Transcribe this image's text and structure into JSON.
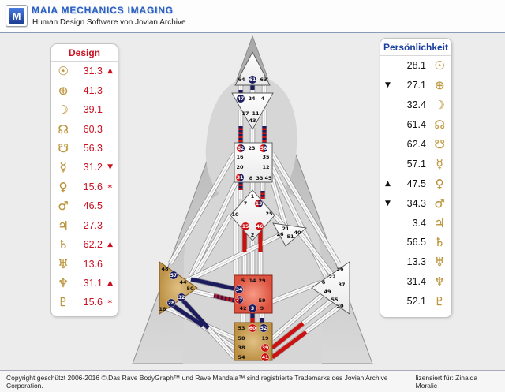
{
  "header": {
    "title": "MAIA MECHANICS IMAGING",
    "subtitle": "Human Design Software von Jovian Archive",
    "logo_letter": "M"
  },
  "design_panel": {
    "title": "Design",
    "rows": [
      {
        "planet": "sun",
        "glyph": "☉",
        "value": "31.3",
        "marker": "▲"
      },
      {
        "planet": "earth",
        "glyph": "⊕",
        "value": "41.3",
        "marker": ""
      },
      {
        "planet": "moon",
        "glyph": "☽",
        "value": "39.1",
        "marker": ""
      },
      {
        "planet": "north-node",
        "glyph": "☊",
        "value": "60.3",
        "marker": ""
      },
      {
        "planet": "south-node",
        "glyph": "☋",
        "value": "56.3",
        "marker": ""
      },
      {
        "planet": "mercury",
        "glyph": "☿",
        "value": "31.2",
        "marker": "▼"
      },
      {
        "planet": "venus",
        "glyph": "♀",
        "value": "15.6",
        "marker": "∗"
      },
      {
        "planet": "mars",
        "glyph": "♂",
        "value": "46.5",
        "marker": ""
      },
      {
        "planet": "jupiter",
        "glyph": "♃",
        "value": "27.3",
        "marker": ""
      },
      {
        "planet": "saturn",
        "glyph": "♄",
        "value": "62.2",
        "marker": "▲"
      },
      {
        "planet": "uranus",
        "glyph": "♅",
        "value": "13.6",
        "marker": ""
      },
      {
        "planet": "neptune",
        "glyph": "♆",
        "value": "31.1",
        "marker": "▲"
      },
      {
        "planet": "pluto",
        "glyph": "♇",
        "value": "15.6",
        "marker": "∗"
      }
    ]
  },
  "personality_panel": {
    "title": "Persönlichkeit",
    "rows": [
      {
        "planet": "sun",
        "glyph": "☉",
        "value": "28.1",
        "marker": ""
      },
      {
        "planet": "earth",
        "glyph": "⊕",
        "value": "27.1",
        "marker": "▼"
      },
      {
        "planet": "moon",
        "glyph": "☽",
        "value": "32.4",
        "marker": ""
      },
      {
        "planet": "north-node",
        "glyph": "☊",
        "value": "61.4",
        "marker": ""
      },
      {
        "planet": "south-node",
        "glyph": "☋",
        "value": "62.4",
        "marker": ""
      },
      {
        "planet": "mercury",
        "glyph": "☿",
        "value": "57.1",
        "marker": ""
      },
      {
        "planet": "venus",
        "glyph": "♀",
        "value": "47.5",
        "marker": "▲"
      },
      {
        "planet": "mars",
        "glyph": "♂",
        "value": "34.3",
        "marker": "▼"
      },
      {
        "planet": "jupiter",
        "glyph": "♃",
        "value": "3.4",
        "marker": ""
      },
      {
        "planet": "saturn",
        "glyph": "♄",
        "value": "56.5",
        "marker": ""
      },
      {
        "planet": "uranus",
        "glyph": "♅",
        "value": "13.3",
        "marker": ""
      },
      {
        "planet": "neptune",
        "glyph": "♆",
        "value": "31.4",
        "marker": ""
      },
      {
        "planet": "pluto",
        "glyph": "♇",
        "value": "52.1",
        "marker": ""
      }
    ]
  },
  "footer": {
    "copyright": "Copyright geschützt 2006-2016 ©.Das Rave BodyGraph™ und Rave Mandala™ sind registrierte Trademarks des Jovian Archive Corporation.",
    "license": "lizensiert für: Zinaida Moralic"
  },
  "colors": {
    "design": "#cc1111",
    "personality": "#1b1b5e",
    "design_text": "#cc1122",
    "title_blue": "#2a5fc0",
    "glyph_gold": "#b8923d"
  },
  "bodygraph": {
    "gates": [
      {
        "gate": "64",
        "state": "none"
      },
      {
        "gate": "61",
        "state": "personality"
      },
      {
        "gate": "63",
        "state": "none"
      },
      {
        "gate": "47",
        "state": "personality"
      },
      {
        "gate": "24",
        "state": "none"
      },
      {
        "gate": "4",
        "state": "none"
      },
      {
        "gate": "17",
        "state": "none"
      },
      {
        "gate": "11",
        "state": "none"
      },
      {
        "gate": "43",
        "state": "none"
      },
      {
        "gate": "62",
        "state": "both"
      },
      {
        "gate": "23",
        "state": "none"
      },
      {
        "gate": "56",
        "state": "both"
      },
      {
        "gate": "16",
        "state": "none"
      },
      {
        "gate": "35",
        "state": "none"
      },
      {
        "gate": "20",
        "state": "none"
      },
      {
        "gate": "12",
        "state": "none"
      },
      {
        "gate": "31",
        "state": "both"
      },
      {
        "gate": "8",
        "state": "none"
      },
      {
        "gate": "33",
        "state": "none"
      },
      {
        "gate": "45",
        "state": "none"
      },
      {
        "gate": "1",
        "state": "none"
      },
      {
        "gate": "7",
        "state": "none"
      },
      {
        "gate": "13",
        "state": "both"
      },
      {
        "gate": "10",
        "state": "none"
      },
      {
        "gate": "25",
        "state": "none"
      },
      {
        "gate": "15",
        "state": "design"
      },
      {
        "gate": "46",
        "state": "design"
      },
      {
        "gate": "2",
        "state": "none"
      },
      {
        "gate": "21",
        "state": "none"
      },
      {
        "gate": "26",
        "state": "none"
      },
      {
        "gate": "51",
        "state": "none"
      },
      {
        "gate": "40",
        "state": "none"
      },
      {
        "gate": "5",
        "state": "none"
      },
      {
        "gate": "14",
        "state": "none"
      },
      {
        "gate": "29",
        "state": "none"
      },
      {
        "gate": "34",
        "state": "personality"
      },
      {
        "gate": "27",
        "state": "both"
      },
      {
        "gate": "59",
        "state": "none"
      },
      {
        "gate": "42",
        "state": "none"
      },
      {
        "gate": "3",
        "state": "personality"
      },
      {
        "gate": "9",
        "state": "none"
      },
      {
        "gate": "48",
        "state": "none"
      },
      {
        "gate": "57",
        "state": "personality"
      },
      {
        "gate": "44",
        "state": "none"
      },
      {
        "gate": "50",
        "state": "none"
      },
      {
        "gate": "32",
        "state": "personality"
      },
      {
        "gate": "28",
        "state": "personality"
      },
      {
        "gate": "18",
        "state": "none"
      },
      {
        "gate": "36",
        "state": "none"
      },
      {
        "gate": "22",
        "state": "none"
      },
      {
        "gate": "37",
        "state": "none"
      },
      {
        "gate": "6",
        "state": "none"
      },
      {
        "gate": "49",
        "state": "none"
      },
      {
        "gate": "55",
        "state": "none"
      },
      {
        "gate": "30",
        "state": "none"
      },
      {
        "gate": "53",
        "state": "none"
      },
      {
        "gate": "60",
        "state": "design"
      },
      {
        "gate": "52",
        "state": "personality"
      },
      {
        "gate": "58",
        "state": "none"
      },
      {
        "gate": "19",
        "state": "none"
      },
      {
        "gate": "38",
        "state": "none"
      },
      {
        "gate": "39",
        "state": "design"
      },
      {
        "gate": "54",
        "state": "none"
      },
      {
        "gate": "41",
        "state": "design"
      }
    ]
  }
}
